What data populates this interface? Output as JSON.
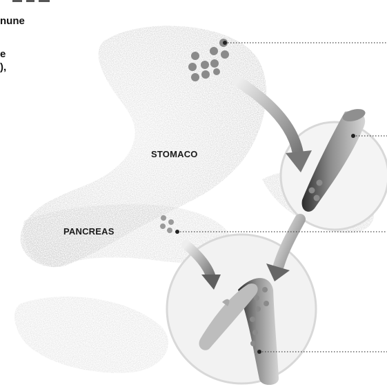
{
  "header": {
    "snippet_line1": "nune",
    "snippet_line2": "e",
    "snippet_line3": "),"
  },
  "labels": {
    "stomach": "STOMACO",
    "pancreas": "PANCREAS"
  },
  "colors": {
    "organ": "#c9c9c9",
    "vessel_dark": "#3a3a3a",
    "vessel_light": "#d0d0d0",
    "dots": "#8a8a8a",
    "leader_line": "#444444",
    "circle_stroke": "#d8d8d8"
  },
  "icons": [
    "cell-cluster-icon",
    "flow-arrow-icon",
    "blood-vessel-icon"
  ]
}
